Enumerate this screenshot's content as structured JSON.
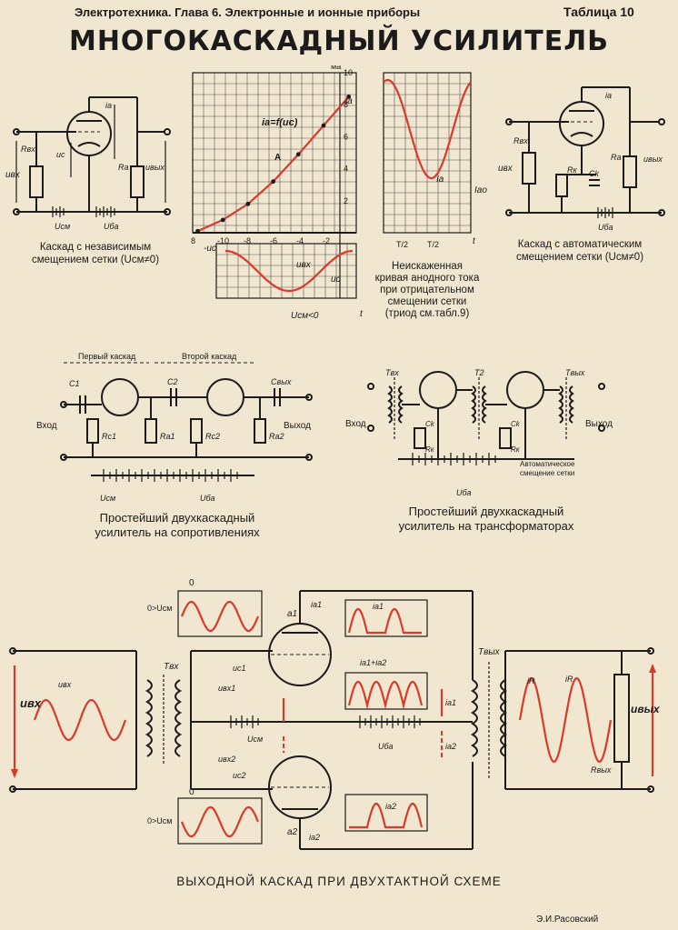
{
  "header": {
    "left": "Электротехника. Глава 6. Электронные и ионные приборы",
    "right": "Таблица 10",
    "title": "МНОГОКАСКАДНЫЙ УСИЛИТЕЛЬ"
  },
  "captions": {
    "fixed_bias": [
      "Каскад с независимым",
      "смещением сетки (Uсм≠0)"
    ],
    "auto_bias": [
      "Каскад с автоматическим",
      "смещением сетки (Uсм≠0)"
    ],
    "curve": [
      "Неискаженная",
      "кривая анодного тока",
      "при отрицательном",
      "смещении сетки",
      "(триод см.табл.9)"
    ],
    "resistor_amp": [
      "Простейший двухкаскадный",
      "усилитель на сопротивлениях"
    ],
    "transformer_amp": [
      "Простейший двухкаскадный",
      "усилитель на трансформаторах"
    ],
    "push_pull": "ВЫХОДНОЙ КАСКАД ПРИ ДВУХТАКТНОЙ СХЕМЕ",
    "author": "Э.И.Расовский"
  },
  "labels": {
    "first_stage": "Первый каскад",
    "second_stage": "Второй каскад",
    "input": "Вход",
    "output": "Выход",
    "auto_bias_note": [
      "Автоматическое",
      "смещение сетки"
    ],
    "formula": "ia=f(uc)",
    "ma": "ма",
    "point_A": "A",
    "t": "t",
    "half_period": "T/2",
    "ucm_neg": "Uсм<0",
    "uvx": "uвх",
    "uc": "uc",
    "ia": "ia",
    "Ia": "Ia",
    "Iao": "Iao",
    "Rvx": "Rвх",
    "Ra": "Ra",
    "Rk": "Rк",
    "Ck": "Ck",
    "Rc1": "Rc1",
    "Ra1": "Ra1",
    "Rc2": "Rc2",
    "Ra2": "Ra2",
    "C1": "C1",
    "C2": "C2",
    "Cvyx": "Cвых",
    "Tvx": "Tвх",
    "T2": "T2",
    "Tvyx": "Tвых",
    "Rvyx": "Rвых",
    "Ucm": "Uсм",
    "Uba": "Uба",
    "uvyx": "uвых",
    "ia1": "ia1",
    "ia2": "ia2",
    "ia1_ia2": "ia1+ia2",
    "uvx1": "uвх1",
    "uvx2": "uвх2",
    "uc1": "uc1",
    "uc2": "uc2",
    "iR": "iR",
    "a1": "a1",
    "a2": "a2",
    "zero": "0",
    "zero_ucm": "0>Uсм",
    "neg_uc": "-uc"
  },
  "chart_data": {
    "type": "line",
    "title": "",
    "xlabel": "uc",
    "ylabel": "ma",
    "x_ticks": [
      "8",
      "-10",
      "-8",
      "-6",
      "-4",
      "-2"
    ],
    "y_ticks": [
      "2",
      "4",
      "6",
      "8",
      "10"
    ],
    "series": [
      {
        "name": "ia=f(uc)",
        "x": [
          -12,
          -10,
          -8,
          -6,
          -4,
          -2,
          0
        ],
        "y": [
          0.1,
          0.8,
          1.8,
          3.2,
          4.9,
          6.7,
          8.5
        ]
      }
    ],
    "grid": true
  }
}
